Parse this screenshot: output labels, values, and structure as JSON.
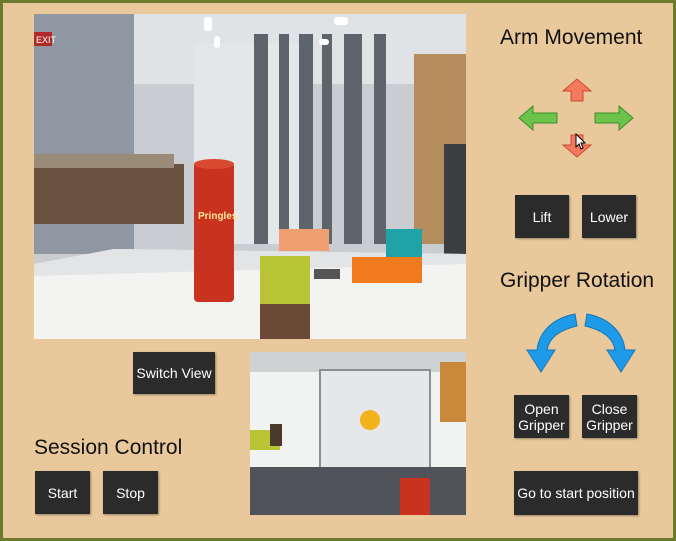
{
  "arm_movement": {
    "title": "Arm Movement",
    "up_icon": "arrow-up-icon",
    "down_icon": "arrow-down-icon",
    "left_icon": "arrow-left-icon",
    "right_icon": "arrow-right-icon",
    "vertical_arrow_color": "#f47a5f",
    "horizontal_arrow_color": "#6cc24a"
  },
  "lift_label": "Lift",
  "lower_label": "Lower",
  "gripper_rotation": {
    "title": "Gripper Rotation",
    "ccw_icon": "rotate-left-arrow-icon",
    "cw_icon": "rotate-right-arrow-icon",
    "arrow_color": "#1e9be8"
  },
  "open_gripper_label_1": "Open",
  "open_gripper_label_2": "Gripper",
  "close_gripper_label_1": "Close",
  "close_gripper_label_2": "Gripper",
  "go_to_start_label": "Go to start position",
  "switch_view_label": "Switch View",
  "session_control": {
    "title": "Session Control",
    "start_label": "Start",
    "stop_label": "Stop"
  },
  "camera": {
    "main_view_image": "robot-camera-feed",
    "second_view_image": "overhead-camera-feed",
    "exit_sign_text": "EXIT",
    "can_label": "Pringles"
  },
  "colors": {
    "background": "#e9c99c",
    "border": "#6b7a2c",
    "button": "#2b2b2b"
  }
}
